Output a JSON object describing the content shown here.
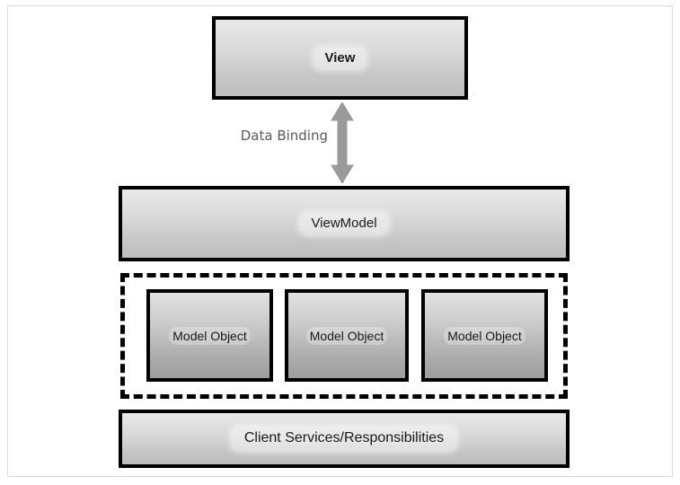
{
  "diagram": {
    "title_present": false,
    "nodes": {
      "view": {
        "label": "View"
      },
      "viewmodel": {
        "label": "ViewModel"
      },
      "model_objects": [
        {
          "label": "Model Object"
        },
        {
          "label": "Model Object"
        },
        {
          "label": "Model Object"
        }
      ],
      "client_services": {
        "label": "Client Services/Responsibilities"
      }
    },
    "connectors": {
      "data_binding": {
        "label": "Data Binding",
        "arrow": "double-headed-vertical-arrow",
        "color": "#9a9a9a"
      }
    },
    "model_group": {
      "style": "dashed-border",
      "color": "#000000"
    },
    "colors": {
      "panel_border": "#000000",
      "panel_fill_top": "#e9e9e9",
      "panel_fill_bottom": "#bdbdbd",
      "model_fill_top": "#e2e2e2",
      "model_fill_bottom": "#9d9d9d",
      "arrow": "#9a9a9a",
      "label_text": "#5a5a5a"
    }
  }
}
